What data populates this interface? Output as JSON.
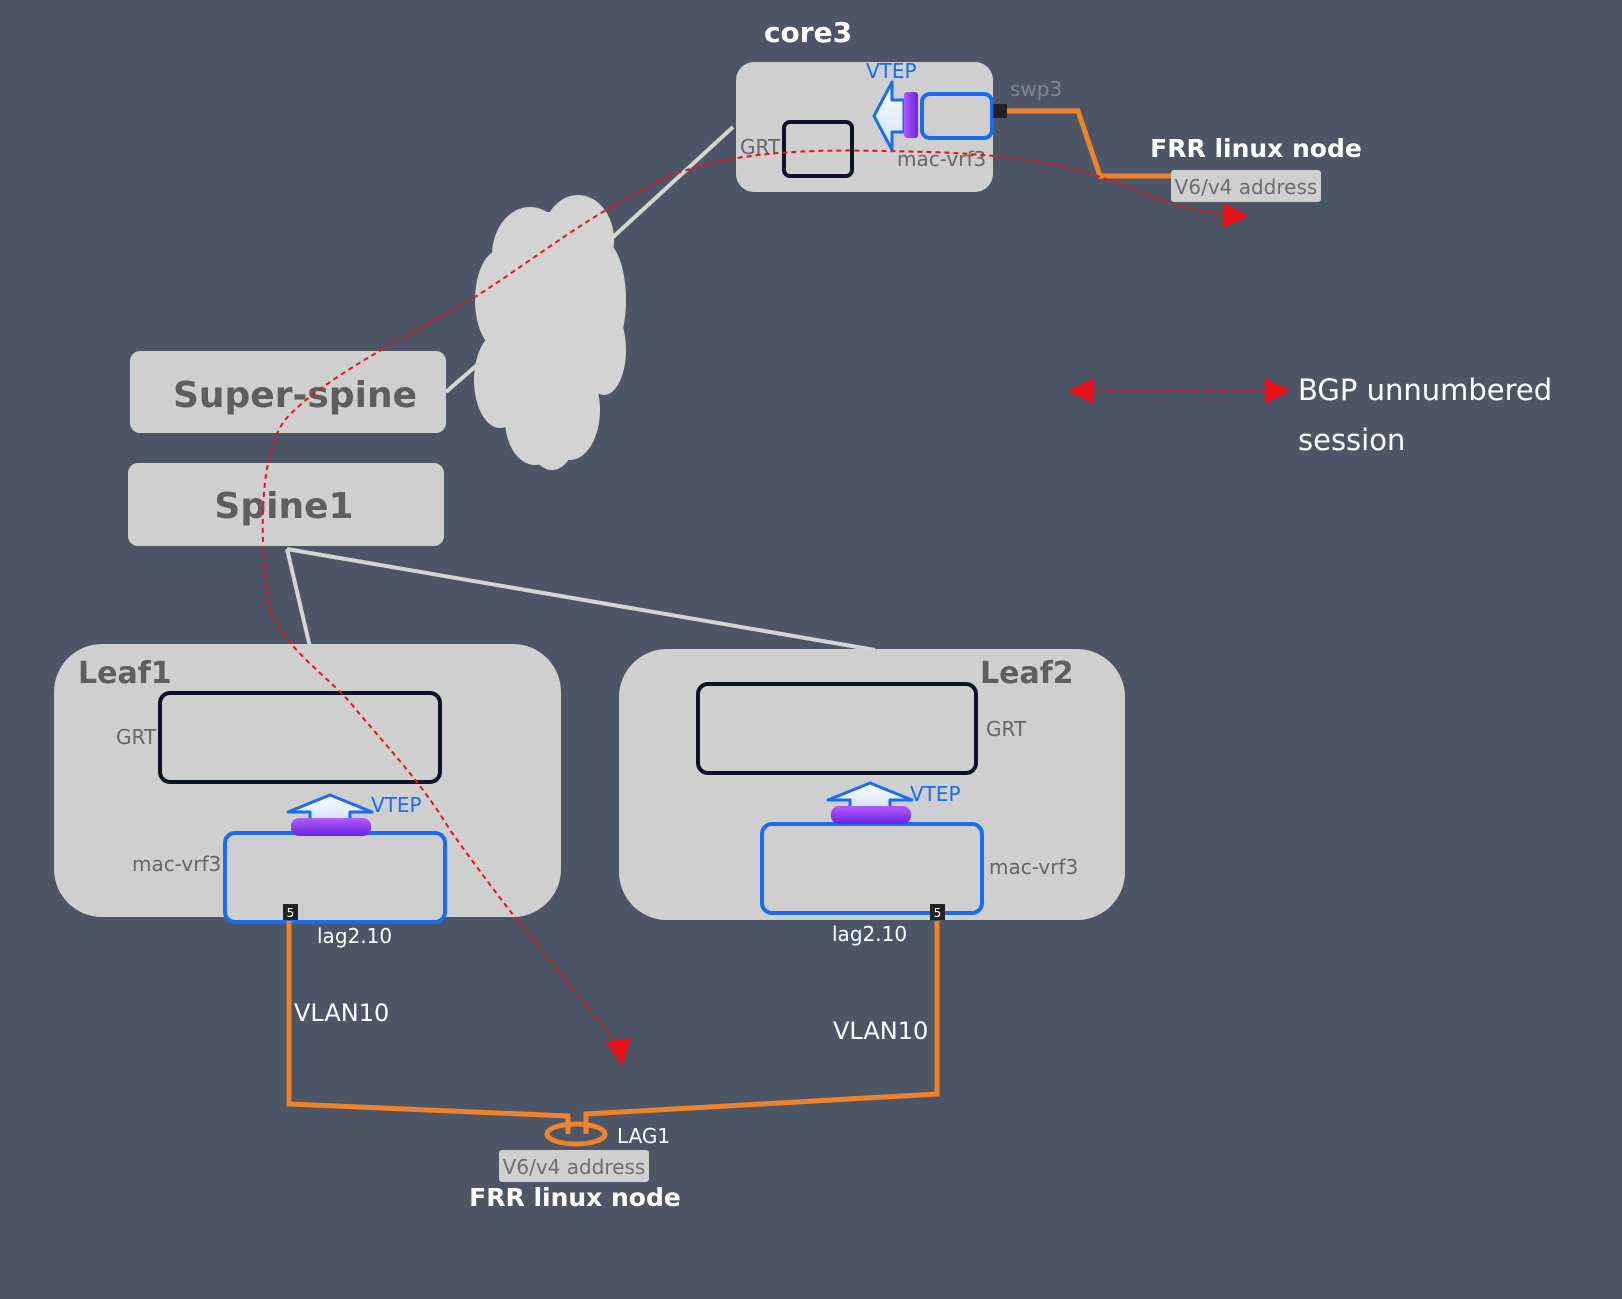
{
  "colors": {
    "background": "#4d5666",
    "node_fill": "#cfcfcf",
    "grt_border": "#0c1426",
    "macvrf_border": "#1a6cf0",
    "vtep": "#8a3cf0",
    "link_orange": "#f0822c",
    "bgp_red": "#e8141c",
    "fabric_link": "#d4d4d4"
  },
  "core3": {
    "title": "core3",
    "vtep": "VTEP",
    "grt": "GRT",
    "mac_vrf": "mac-vrf3",
    "port": "swp3"
  },
  "frr_top": {
    "title": "FRR linux node",
    "address": "V6/v4 address"
  },
  "legend": {
    "line1": "BGP unnumbered",
    "line2": "session"
  },
  "super_spine": {
    "label": "Super-spine"
  },
  "spine1": {
    "label": "Spine1"
  },
  "leaf1": {
    "title": "Leaf1",
    "grt": "GRT",
    "vtep": "VTEP",
    "mac_vrf": "mac-vrf3",
    "port_badge": "5",
    "subif": "lag2.10",
    "vlan": "VLAN10"
  },
  "leaf2": {
    "title": "Leaf2",
    "grt": "GRT",
    "vtep": "VTEP",
    "mac_vrf": "mac-vrf3",
    "port_badge": "5",
    "subif": "lag2.10",
    "vlan": "VLAN10"
  },
  "frr_bottom": {
    "lag": "LAG1",
    "address": "V6/v4 address",
    "title": "FRR linux node"
  }
}
